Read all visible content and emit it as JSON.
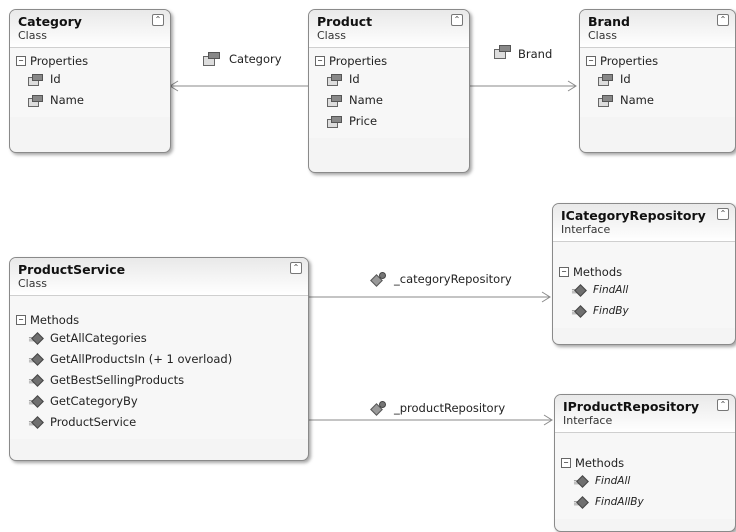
{
  "boxes": {
    "category": {
      "title": "Category",
      "kind": "Class",
      "section": "Properties",
      "members": [
        "Id",
        "Name"
      ]
    },
    "product": {
      "title": "Product",
      "kind": "Class",
      "section": "Properties",
      "members": [
        "Id",
        "Name",
        "Price"
      ]
    },
    "brand": {
      "title": "Brand",
      "kind": "Class",
      "section": "Properties",
      "members": [
        "Id",
        "Name"
      ]
    },
    "product_service": {
      "title": "ProductService",
      "kind": "Class",
      "section": "Methods",
      "members": [
        "GetAllCategories",
        "GetAllProductsIn (+ 1 overload)",
        "GetBestSellingProducts",
        "GetCategoryBy",
        "ProductService"
      ]
    },
    "icategory_repository": {
      "title": "ICategoryRepository",
      "kind": "Interface",
      "section": "Methods",
      "members": [
        "FindAll",
        "FindBy"
      ]
    },
    "iproduct_repository": {
      "title": "IProductRepository",
      "kind": "Interface",
      "section": "Methods",
      "members": [
        "FindAll",
        "FindAllBy"
      ]
    }
  },
  "associations": {
    "category": "Category",
    "brand": "Brand",
    "category_repository": "_categoryRepository",
    "product_repository": "_productRepository"
  },
  "icons": {
    "collapse": "⌃",
    "minus": "−"
  }
}
